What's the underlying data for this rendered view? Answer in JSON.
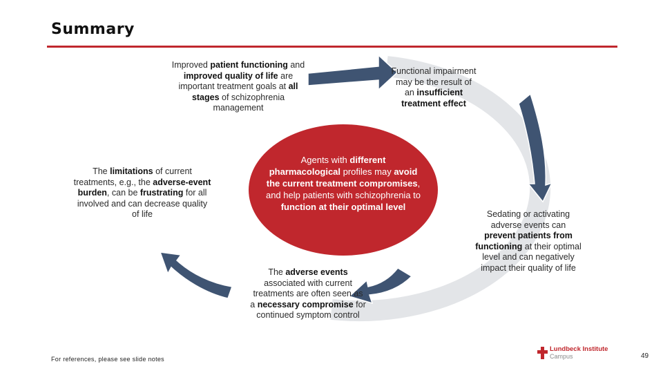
{
  "title": "Summary",
  "colors": {
    "accent": "#c0272d",
    "arrow_dark": "#3f5472",
    "ring": "#e3e5e8"
  },
  "texts": {
    "top_left": [
      {
        "t": "Improved ",
        "b": false
      },
      {
        "t": "patient functioning",
        "b": true
      },
      {
        "t": " and ",
        "b": false
      },
      {
        "t": "improved quality of life",
        "b": true
      },
      {
        "t": " are important treatment goals at ",
        "b": false
      },
      {
        "t": "all stages",
        "b": true
      },
      {
        "t": " of schizophrenia management",
        "b": false
      }
    ],
    "top_right": [
      {
        "t": "Functional impairment may be the result of an ",
        "b": false
      },
      {
        "t": "insufficient treatment effect",
        "b": true
      }
    ],
    "right": [
      {
        "t": "Sedating or activating adverse events can ",
        "b": false
      },
      {
        "t": "prevent patients from functioning",
        "b": true
      },
      {
        "t": " at their optimal level and can negatively impact their quality of life",
        "b": false
      }
    ],
    "bottom": [
      {
        "t": "The ",
        "b": false
      },
      {
        "t": "adverse events",
        "b": true
      },
      {
        "t": " associated with current treatments are often seen as a ",
        "b": false
      },
      {
        "t": "necessary compromise",
        "b": true
      },
      {
        "t": " for continued symptom control",
        "b": false
      }
    ],
    "left": [
      {
        "t": "The ",
        "b": false
      },
      {
        "t": "limitations",
        "b": true
      },
      {
        "t": " of current treatments, e.g., the ",
        "b": false
      },
      {
        "t": "adverse-event burden",
        "b": true
      },
      {
        "t": ", can be ",
        "b": false
      },
      {
        "t": "frustrating",
        "b": true
      },
      {
        "t": " for all involved and can decrease quality of life",
        "b": false
      }
    ],
    "center": [
      {
        "t": "Agents with ",
        "b": false
      },
      {
        "t": "different pharmacological",
        "b": true
      },
      {
        "t": " profiles may ",
        "b": false
      },
      {
        "t": "avoid the current treatment compromises",
        "b": true
      },
      {
        "t": ", and help patients with schizophrenia to ",
        "b": false
      },
      {
        "t": "function at their optimal level",
        "b": true
      }
    ]
  },
  "footer": {
    "references": "For references, please see slide notes",
    "page_number": "49",
    "logo_name": "Lundbeck Institute",
    "logo_sub": "Campus"
  }
}
